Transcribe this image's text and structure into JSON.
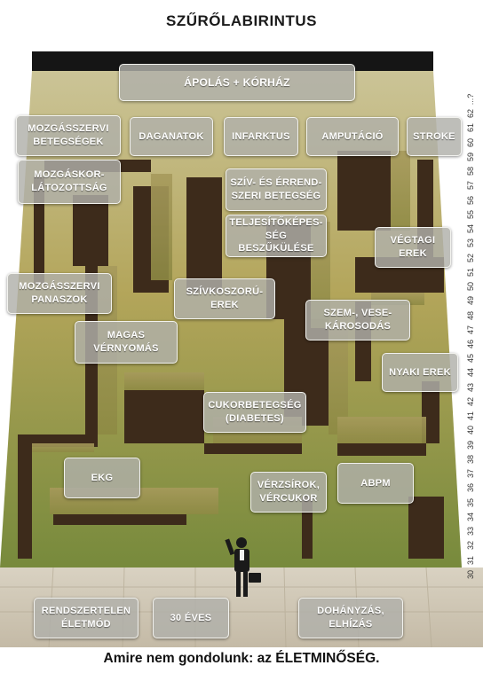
{
  "title": "SZŰRŐLABIRINTUS",
  "boxes": {
    "apolas": "ÁPOLÁS + KÓRHÁZ",
    "mozgasszervi_betegsegek": "MOZGÁSSZERVI\nBETEGSÉGEK",
    "daganatok": "DAGANATOK",
    "infarktus": "INFARKTUS",
    "amputacio": "AMPUTÁCIÓ",
    "stroke": "STROKE",
    "mozgaskorlatozottsag": "MOZGÁSKOR-\nLÁTOZOTTSÁG",
    "sziv_errendszeri": "SZÍV- ÉS ÉRREND-\nSZERI BETEGSÉG",
    "teljesitokepesseg": "TELJESÍTŐKÉPES-\nSÉG BESZŰKÜLÉSE",
    "vegtagi_erek": "VÉGTAGI\nEREK",
    "mozgasszervi_panaszok": "MOZGÁSSZERVI\nPANASZOK",
    "szivkoszoru": "SZÍVKOSZORÚ-\nEREK",
    "szem_vese": "SZEM-, VESE-\nKÁROSODÁS",
    "magas_vernyomas": "MAGAS\nVÉRNYOMÁS",
    "nyaki_erek": "NYAKI EREK",
    "cukorbetegseg": "CUKORBETEGSÉG\n(DIABETES)",
    "ekg": "EKG",
    "abpm": "ABPM",
    "verzsirok": "VÉRZSÍROK,\nVÉRCUKOR",
    "rendszertelen": "RENDSZERTELEN\nÉLETMÓD",
    "harminc_eves": "30 ÉVES",
    "dohanyzas": "DOHÁNYZÁS,\nELHÍZÁS"
  },
  "ages": [
    "30",
    "31",
    "32",
    "33",
    "34",
    "35",
    "36",
    "37",
    "38",
    "39",
    "40",
    "41",
    "42",
    "43",
    "44",
    "45",
    "46",
    "47",
    "48",
    "49",
    "50",
    "51",
    "52",
    "53",
    "54",
    "55",
    "56",
    "57",
    "58",
    "59",
    "60",
    "61",
    "62",
    "...?"
  ],
  "caption": "Amire nem gondolunk: az ÉLETMINŐSÉG.",
  "colors": {
    "maze_floor_top": "#c9c08a",
    "maze_floor_bottom": "#7f8a3a",
    "wall_dark": "#3b2a1c",
    "box_fill": "#b0b0aa"
  }
}
